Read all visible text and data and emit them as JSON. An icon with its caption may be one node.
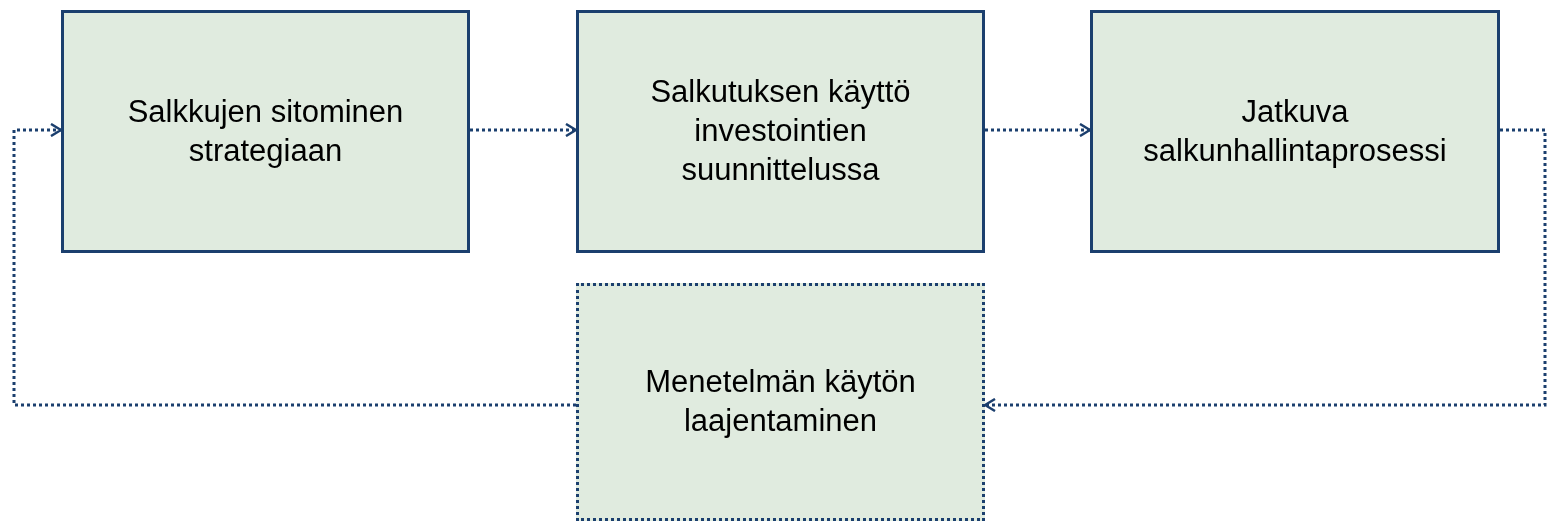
{
  "diagram": {
    "nodes": [
      {
        "text": [
          "Salkkujen sitominen strategiaan"
        ]
      },
      {
        "text": [
          "Salkutuksen käyttö investointien suunnittelussa"
        ]
      },
      {
        "text": [
          "Jatkuva salkunhallintaprosessi"
        ]
      },
      {
        "text": [
          "Menetelmän käytön laajentaminen"
        ]
      }
    ],
    "edges": [
      {
        "from": 0,
        "to": 1,
        "arrow": "to",
        "style": "dashed"
      },
      {
        "from": 1,
        "to": 2,
        "arrow": "to",
        "style": "dashed"
      },
      {
        "from": 2,
        "to": 3,
        "arrow": "to",
        "style": "dashed"
      },
      {
        "from": 3,
        "to": 0,
        "arrow": "to",
        "style": "dashed"
      }
    ]
  }
}
